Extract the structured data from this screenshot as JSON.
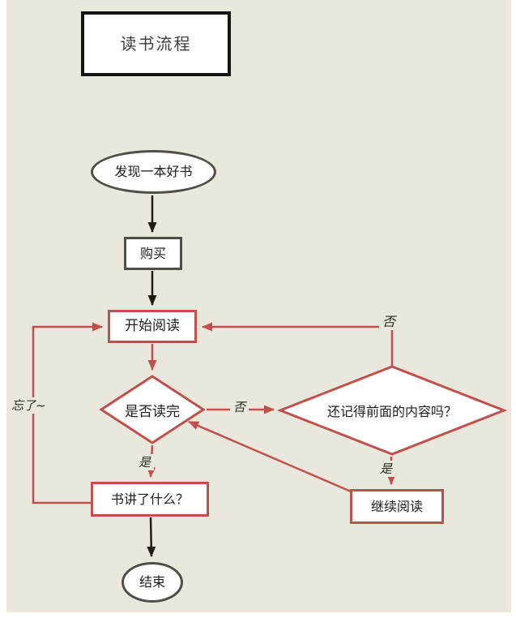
{
  "page": {
    "background": "#ffffff",
    "canvas_background": "#eae8dc"
  },
  "colors": {
    "accent_red": "#c0504d",
    "node_border_gray": "#4f4f47",
    "arrow_black": "#201c12",
    "title_border": "#141414",
    "node_text": "#1d1d1d",
    "edge_label_text": "#2a2a1e",
    "title_text": "#3c3c46"
  },
  "title": {
    "label": "读书流程"
  },
  "nodes": {
    "start": {
      "label": "发现一本好书",
      "shape": "ellipse"
    },
    "buy": {
      "label": "购买",
      "shape": "rectangle"
    },
    "start_reading": {
      "label": "开始阅读",
      "shape": "rectangle"
    },
    "finished_reading": {
      "label": "是否读完",
      "shape": "diamond"
    },
    "remember_content": {
      "label": "还记得前面的内容吗？",
      "shape": "diamond"
    },
    "book_about": {
      "label": "书讲了什么？",
      "shape": "rectangle"
    },
    "continue_reading": {
      "label": "继续阅读",
      "shape": "rectangle"
    },
    "end": {
      "label": "结束",
      "shape": "ellipse"
    }
  },
  "edge_labels": {
    "finished_no": "否",
    "remember_no": "否",
    "finished_yes": "是",
    "remember_yes": "是",
    "forgot": "忘了~"
  }
}
